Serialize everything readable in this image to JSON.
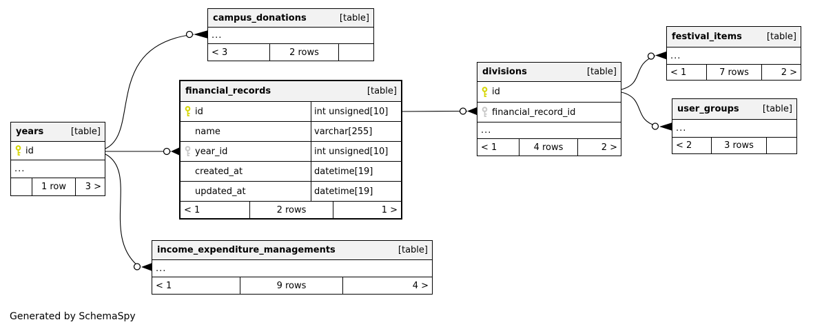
{
  "caption": "Generated by SchemaSpy",
  "colors": {
    "primary_key": "#d6d607",
    "foreign_key": "#c9c9c9",
    "header_bg": "#f2f2f2",
    "line": "#000000"
  },
  "icons": {
    "primary_key_icon": "yellow key",
    "foreign_key_icon": "gray key",
    "relationship_end": "circle with crow's foot"
  },
  "tables": {
    "campus_donations": {
      "name": "campus_donations",
      "tag": "[table]",
      "ellipsis": "...",
      "footer": {
        "left": "< 3",
        "center": "2 rows",
        "right": ""
      }
    },
    "financial_records": {
      "name": "financial_records",
      "tag": "[table]",
      "columns": [
        {
          "name": "id",
          "type": "int unsigned[10]",
          "key": "primary"
        },
        {
          "name": "name",
          "type": "varchar[255]",
          "key": "none"
        },
        {
          "name": "year_id",
          "type": "int unsigned[10]",
          "key": "foreign"
        },
        {
          "name": "created_at",
          "type": "datetime[19]",
          "key": "none"
        },
        {
          "name": "updated_at",
          "type": "datetime[19]",
          "key": "none"
        }
      ],
      "footer": {
        "left": "< 1",
        "center": "2 rows",
        "right": "1 >"
      }
    },
    "years": {
      "name": "years",
      "tag": "[table]",
      "ellipsis": "...",
      "columns": [
        {
          "name": "id",
          "key": "primary"
        }
      ],
      "footer": {
        "left": "",
        "center": "1 row",
        "right": "3 >"
      }
    },
    "divisions": {
      "name": "divisions",
      "tag": "[table]",
      "ellipsis": "...",
      "columns": [
        {
          "name": "id",
          "key": "primary"
        },
        {
          "name": "financial_record_id",
          "key": "foreign"
        }
      ],
      "footer": {
        "left": "< 1",
        "center": "4 rows",
        "right": "2 >"
      }
    },
    "festival_items": {
      "name": "festival_items",
      "tag": "[table]",
      "ellipsis": "...",
      "footer": {
        "left": "< 1",
        "center": "7 rows",
        "right": "2 >"
      }
    },
    "user_groups": {
      "name": "user_groups",
      "tag": "[table]",
      "ellipsis": "...",
      "footer": {
        "left": "< 2",
        "center": "3 rows",
        "right": ""
      }
    },
    "income_expenditure_managements": {
      "name": "income_expenditure_managements",
      "tag": "[table]",
      "ellipsis": "...",
      "footer": {
        "left": "< 1",
        "center": "9 rows",
        "right": "4 >"
      }
    }
  },
  "relationships": [
    {
      "from": "years.id",
      "to": "campus_donations"
    },
    {
      "from": "years.id",
      "to": "financial_records.year_id"
    },
    {
      "from": "years.id",
      "to": "income_expenditure_managements"
    },
    {
      "from": "financial_records.id",
      "to": "divisions.financial_record_id"
    },
    {
      "from": "divisions.id",
      "to": "festival_items"
    },
    {
      "from": "divisions.id",
      "to": "user_groups"
    }
  ]
}
